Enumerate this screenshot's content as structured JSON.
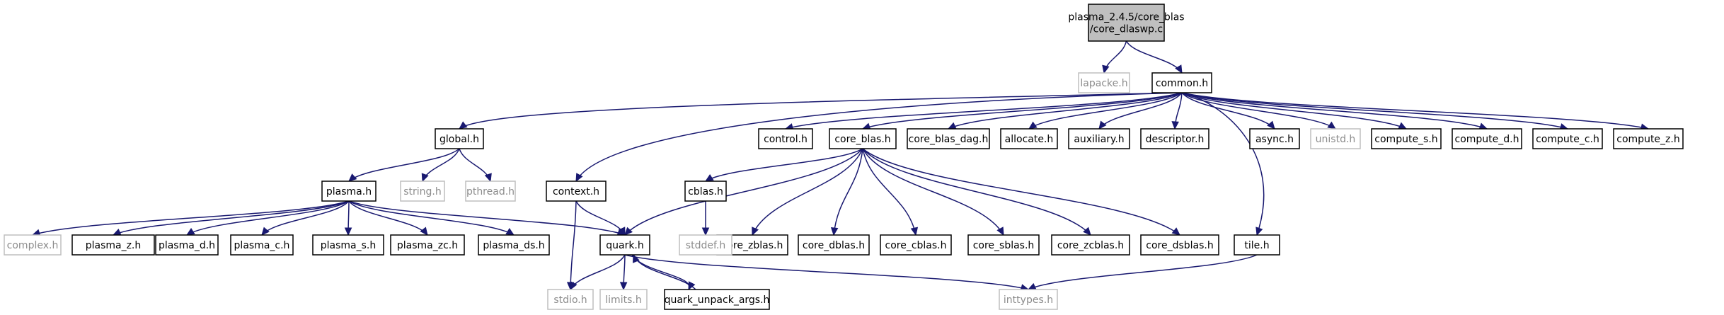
{
  "graph": {
    "root": [
      "plasma_2.4.5/core_blas",
      "/core_dlaswp.c"
    ],
    "nodes": {
      "lapacke": "lapacke.h",
      "common": "common.h",
      "global": "global.h",
      "control": "control.h",
      "core_blas": "core_blas.h",
      "core_blas_dag": "core_blas_dag.h",
      "allocate": "allocate.h",
      "auxiliary": "auxiliary.h",
      "descriptor": "descriptor.h",
      "async": "async.h",
      "unistd": "unistd.h",
      "compute_s": "compute_s.h",
      "compute_d": "compute_d.h",
      "compute_c": "compute_c.h",
      "compute_z": "compute_z.h",
      "plasma": "plasma.h",
      "string": "string.h",
      "pthread": "pthread.h",
      "context": "context.h",
      "cblas": "cblas.h",
      "core_zblas": "core_zblas.h",
      "core_dblas": "core_dblas.h",
      "core_cblas": "core_cblas.h",
      "core_sblas": "core_sblas.h",
      "core_zcblas": "core_zcblas.h",
      "core_dsblas": "core_dsblas.h",
      "complex": "complex.h",
      "plasma_z": "plasma_z.h",
      "plasma_d": "plasma_d.h",
      "plasma_c": "plasma_c.h",
      "plasma_s": "plasma_s.h",
      "plasma_zc": "plasma_zc.h",
      "plasma_ds": "plasma_ds.h",
      "quark": "quark.h",
      "stddef": "stddef.h",
      "tile": "tile.h",
      "stdio": "stdio.h",
      "limits": "limits.h",
      "quark_unpack_args": "quark_unpack_args.h",
      "inttypes": "inttypes.h"
    },
    "edges": [
      [
        "root",
        "lapacke"
      ],
      [
        "root",
        "common"
      ],
      [
        "common",
        "global"
      ],
      [
        "common",
        "context"
      ],
      [
        "common",
        "control"
      ],
      [
        "common",
        "core_blas"
      ],
      [
        "common",
        "core_blas_dag"
      ],
      [
        "common",
        "allocate"
      ],
      [
        "common",
        "auxiliary"
      ],
      [
        "common",
        "descriptor"
      ],
      [
        "common",
        "tile"
      ],
      [
        "common",
        "async"
      ],
      [
        "common",
        "unistd"
      ],
      [
        "common",
        "compute_s"
      ],
      [
        "common",
        "compute_d"
      ],
      [
        "common",
        "compute_c"
      ],
      [
        "common",
        "compute_z"
      ],
      [
        "global",
        "plasma"
      ],
      [
        "global",
        "string"
      ],
      [
        "global",
        "pthread"
      ],
      [
        "plasma",
        "complex"
      ],
      [
        "plasma",
        "plasma_z"
      ],
      [
        "plasma",
        "plasma_d"
      ],
      [
        "plasma",
        "plasma_c"
      ],
      [
        "plasma",
        "plasma_s"
      ],
      [
        "plasma",
        "plasma_zc"
      ],
      [
        "plasma",
        "plasma_ds"
      ],
      [
        "plasma",
        "quark"
      ],
      [
        "core_blas",
        "cblas"
      ],
      [
        "core_blas",
        "core_zblas"
      ],
      [
        "core_blas",
        "core_dblas"
      ],
      [
        "core_blas",
        "core_cblas"
      ],
      [
        "core_blas",
        "core_sblas"
      ],
      [
        "core_blas",
        "core_zcblas"
      ],
      [
        "core_blas",
        "core_dsblas"
      ],
      [
        "core_blas",
        "quark"
      ],
      [
        "cblas",
        "stddef"
      ],
      [
        "context",
        "quark"
      ],
      [
        "context",
        "stdio"
      ],
      [
        "quark",
        "stdio"
      ],
      [
        "quark",
        "limits"
      ],
      [
        "quark",
        "quark_unpack_args"
      ],
      [
        "quark",
        "inttypes"
      ],
      [
        "quark_unpack_args",
        "quark"
      ],
      [
        "tile",
        "inttypes"
      ]
    ]
  }
}
